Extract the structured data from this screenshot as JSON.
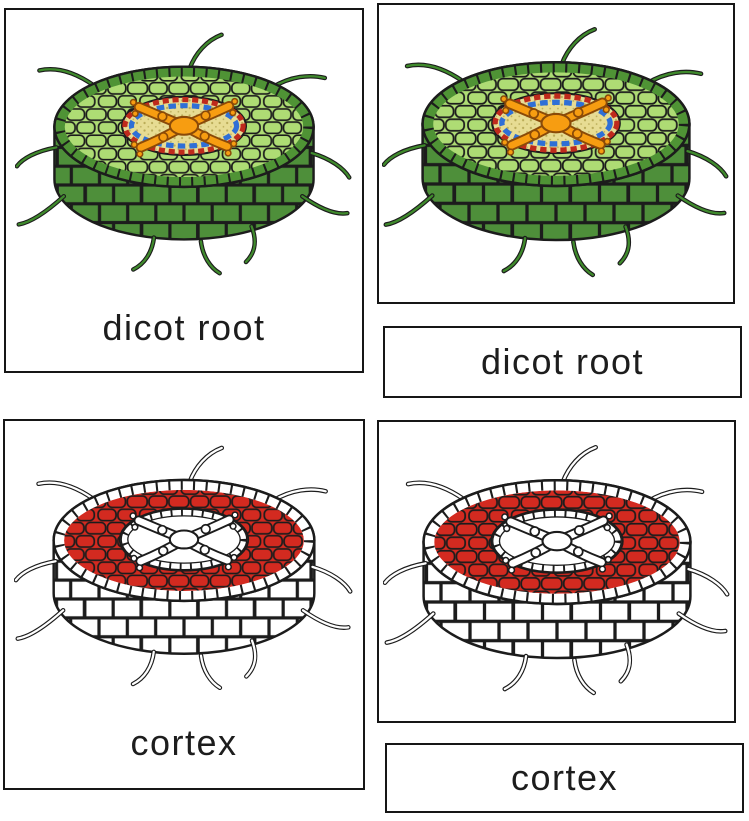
{
  "sheet": {
    "background": "#ffffff",
    "card_border_color": "#161616",
    "text_color": "#1d1d1d"
  },
  "cards": {
    "dicot_labeled": {
      "label": "dicot root",
      "illustration": "dicot_root"
    },
    "dicot_picture": {
      "illustration": "dicot_root"
    },
    "dicot_label_card": {
      "label": "dicot root"
    },
    "cortex_labeled": {
      "label": "cortex",
      "illustration": "cortex"
    },
    "cortex_picture": {
      "illustration": "cortex"
    },
    "cortex_label_card": {
      "label": "cortex"
    }
  },
  "palettes": {
    "dicot_root": {
      "outline": "#1c1c1c",
      "cell_stroke": "#1c1c1c",
      "top_cell": "#aedc74",
      "rim": "#4f9335",
      "annulus": null,
      "wall": "#4e8f3a",
      "stele_fill": "#e7dc93",
      "stele_dots": "#b9ab57",
      "ring_outer_dash": "#bf2a1c",
      "ring_inner_dash": "#2f6fd6",
      "bead_ring": null,
      "xylem_fill": "#f79d11",
      "xylem_stroke": "#8a4a08",
      "hair": "#3f8a2c"
    },
    "cortex": {
      "outline": "#1c1c1c",
      "cell_stroke": "#1c1c1c",
      "top_cell": "#ffffff",
      "rim": "#ffffff",
      "annulus": "#d32a20",
      "wall": "#ffffff",
      "stele_fill": "#ffffff",
      "stele_dots": null,
      "ring_outer_dash": null,
      "ring_inner_dash": null,
      "bead_ring": "#ffffff",
      "xylem_fill": "#ffffff",
      "xylem_stroke": "#1c1c1c",
      "hair": "#ffffff"
    }
  }
}
